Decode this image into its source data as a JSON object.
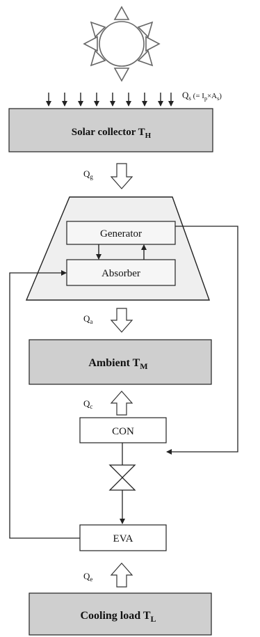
{
  "diagram": {
    "solar_input": {
      "q": "Q",
      "q_sub": "s",
      "rest": " (= I",
      "i_sub": "p",
      "times": "×A",
      "a_sub": "s",
      "close": ")"
    },
    "collector": {
      "text": "Solar collector T",
      "sub": "H"
    },
    "flow_qg": {
      "q": "Q",
      "sub": "g"
    },
    "generator": {
      "text": "Generator"
    },
    "absorber": {
      "text": "Absorber"
    },
    "flow_qa": {
      "q": "Q",
      "sub": "a"
    },
    "ambient": {
      "text": "Ambient T",
      "sub": "M"
    },
    "flow_qc": {
      "q": "Q",
      "sub": "c"
    },
    "condenser": {
      "text": "CON"
    },
    "evaporator": {
      "text": "EVA"
    },
    "flow_qe": {
      "q": "Q",
      "sub": "e"
    },
    "cooling": {
      "text": "Cooling load T",
      "sub": "L"
    }
  },
  "colors": {
    "box_fill": "#cfcfcf",
    "trapezoid_fill": "#efefef",
    "line": "#222222"
  }
}
